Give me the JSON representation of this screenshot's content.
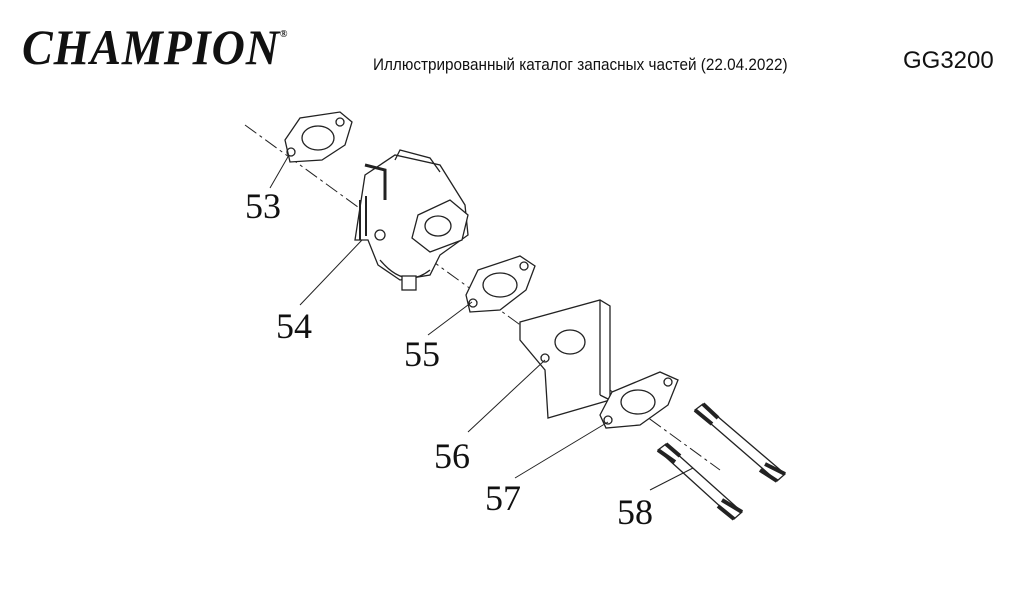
{
  "header": {
    "logo": "CHAMPION",
    "subtitle": "Иллюстрированный каталог запасных частей (22.04.2022)",
    "model": "GG3200"
  },
  "diagram": {
    "part_numbers": [
      "53",
      "54",
      "55",
      "56",
      "57",
      "58"
    ]
  }
}
